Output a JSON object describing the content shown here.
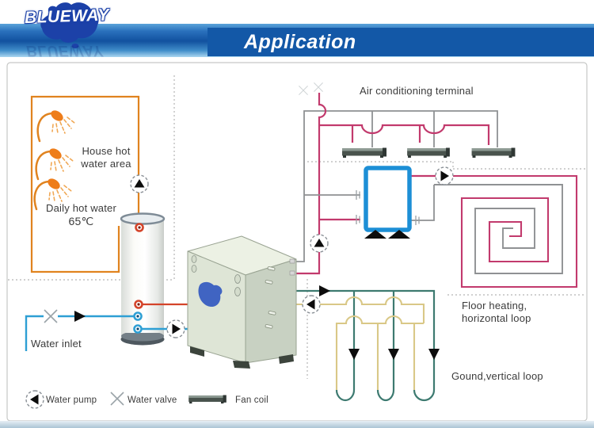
{
  "header": {
    "logo_text": "BLUEWAY",
    "banner_title": "Application"
  },
  "labels": {
    "ac_terminal": "Air conditioning terminal",
    "house_hot_line1": "House hot",
    "house_hot_line2": "water area",
    "daily_line1": "Daily hot water",
    "daily_line2": "65℃",
    "water_inlet": "Water inlet",
    "floor_line1": "Floor heating,",
    "floor_line2": "horizontal loop",
    "ground_loop": "Gound,vertical loop"
  },
  "legend": {
    "water_pump": "Water pump",
    "water_valve": "Water valve",
    "fan_coil": "Fan coil"
  },
  "colors": {
    "banner_blue": "#1358a7",
    "logo_blue": "#1c41a8",
    "band_dark": "#11519f",
    "band_light": "#aad6f0",
    "orange": "#e0831f",
    "shower_orange": "#ee7d1a",
    "spray_orange": "#f0a855",
    "red": "#d4442a",
    "blue": "#2e9fd4",
    "pink": "#c23a6d",
    "grey_pipe": "#8f9193",
    "teal": "#3d7a70",
    "yellow": "#d9c887",
    "hx_blue": "#1d8fd6",
    "fan_coil_dark": "#49534d",
    "dotted_grey": "#b3b3b3",
    "text_dark": "#3b3b3b"
  }
}
